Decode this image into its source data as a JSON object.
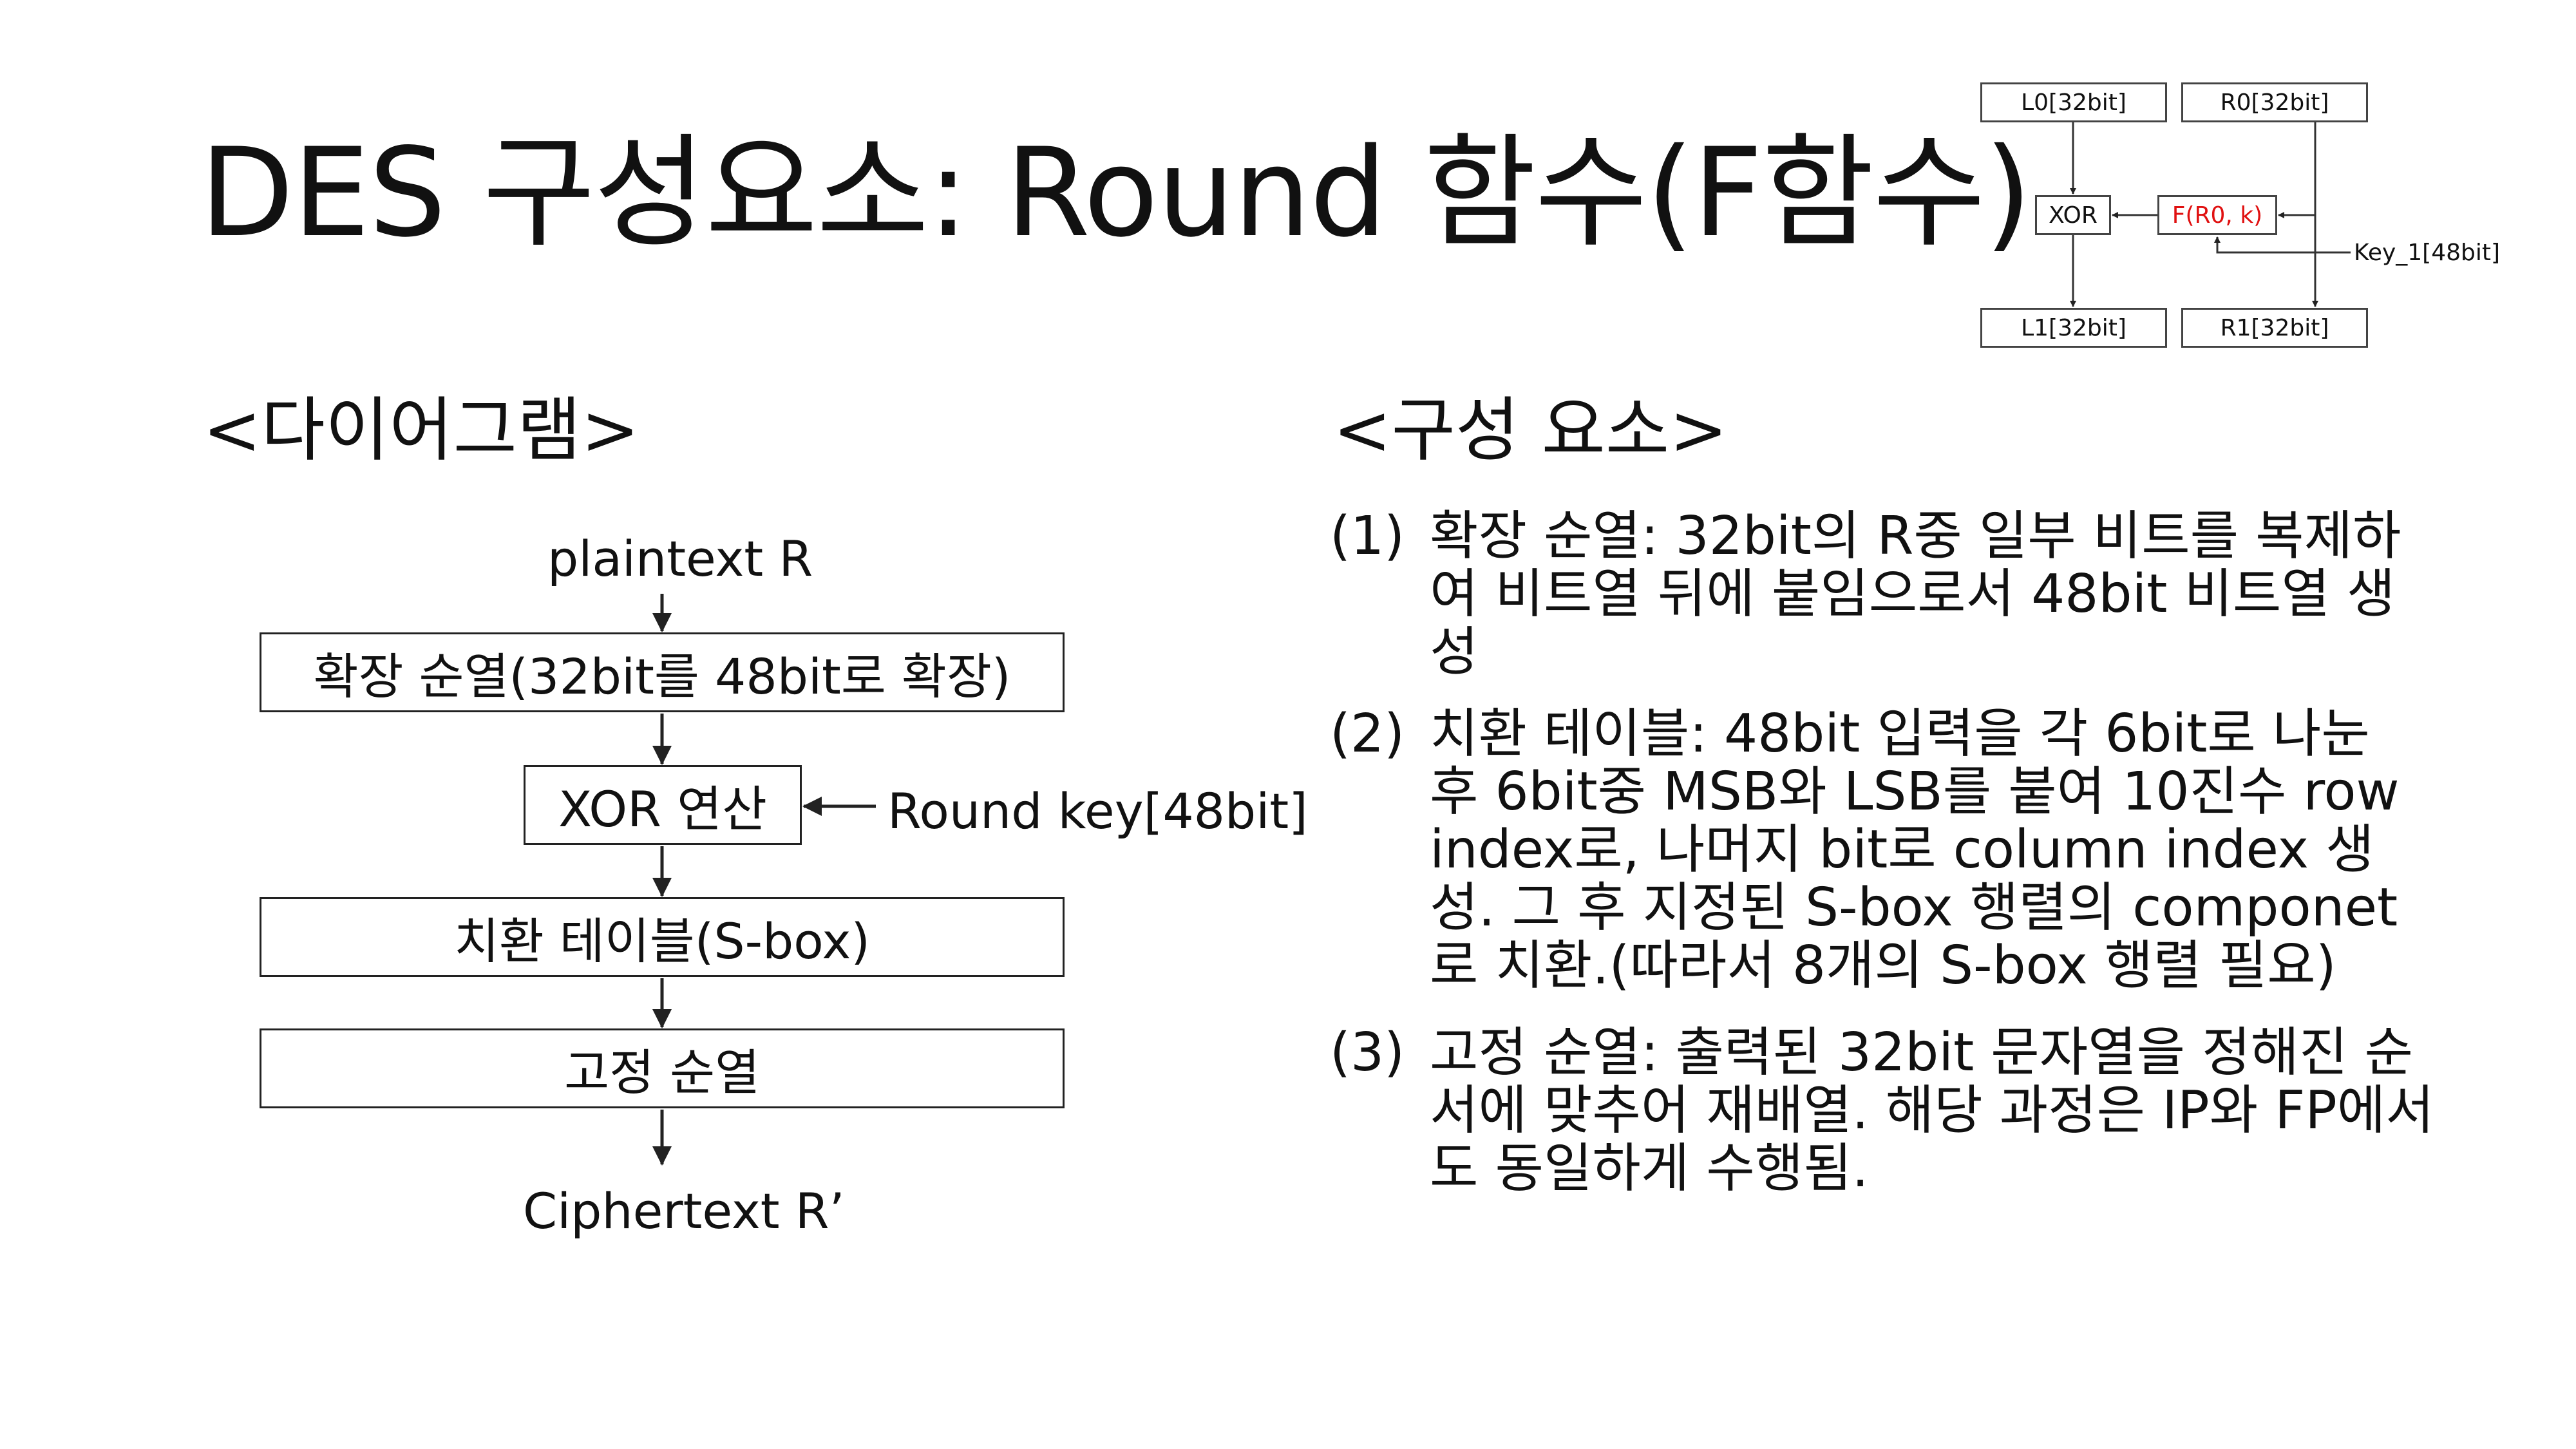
{
  "title": "DES 구성요소: Round 함수(F함수)",
  "diagram": {
    "heading": "<다이어그램>",
    "input_label": "plaintext R",
    "expansion_box": "확장 순열(32bit를 48bit로 확장)",
    "xor_box": "XOR 연산",
    "round_key_label": "Round key[48bit]",
    "sbox_box": "치환 테이블(S-box)",
    "permutation_box": "고정 순열",
    "output_label": "Ciphertext R’"
  },
  "components": {
    "heading": "<구성 요소>",
    "items": [
      {
        "num": "(1)",
        "text": "확장 순열: 32bit의 R중 일부 비트를 복제하여 비트열 뒤에 붙임으로서 48bit 비트열 생성"
      },
      {
        "num": "(2)",
        "text": "치환 테이블: 48bit 입력을 각 6bit로 나눈 후 6bit중 MSB와 LSB를 붙여 10진수 row index로, 나머지 bit로 column index 생성. 그 후 지정된 S-box 행렬의 componet로 치환.(따라서 8개의 S-box 행렬 필요)"
      },
      {
        "num": "(3)",
        "text": "고정 순열: 출력된 32bit 문자열을 정해진 순서에 맞추어 재배열. 해당 과정은 IP와 FP에서도 동일하게 수행됨."
      }
    ]
  },
  "mini_diagram": {
    "l0": "L0[32bit]",
    "r0": "R0[32bit]",
    "xor": "XOR",
    "f": "F(R0, k)",
    "key": "Key_1[48bit]",
    "l1": "L1[32bit]",
    "r1": "R1[32bit]",
    "f_color": "#e01010"
  }
}
